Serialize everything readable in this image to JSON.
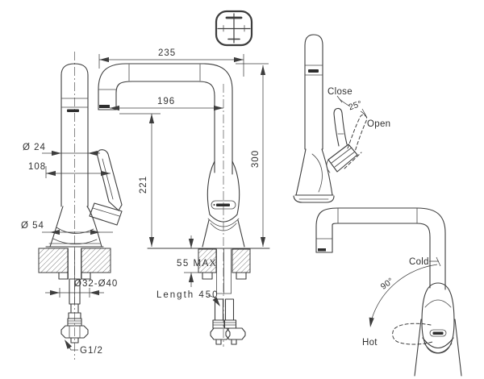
{
  "labels": {
    "rear_view": {
      "spout_diameter": "Ø 24",
      "handle_span": "108",
      "body_diameter": "Ø 54",
      "mount_hole": "Ø32-Ø40",
      "thread": "G1/2"
    },
    "side_view": {
      "overall_depth": "235",
      "spout_reach": "196",
      "spout_height": "221",
      "overall_height": "300",
      "deck_thickness": "55 MAX",
      "hose_length": "Length 450"
    },
    "handle_view": {
      "close": "Close",
      "open_angle": "25°",
      "open": "Open"
    },
    "rotation_view": {
      "cold": "Cold",
      "rotation_angle": "90°",
      "hot": "Hot"
    }
  }
}
